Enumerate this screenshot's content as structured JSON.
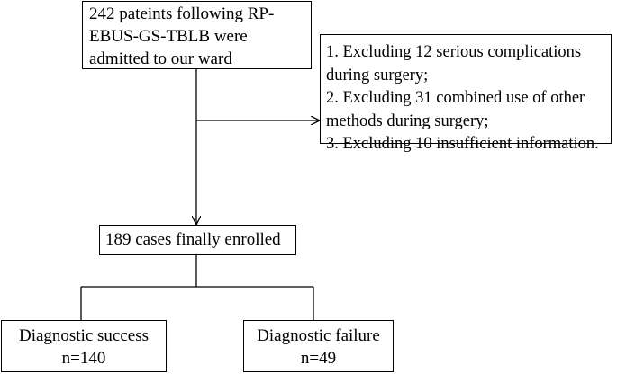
{
  "diagram": {
    "start": {
      "lines": [
        "242 pateints  following RP-",
        "EBUS-GS-TBLB were",
        "admitted to our ward"
      ]
    },
    "exclusion": {
      "lines": [
        "1. Excluding 12 serious complications",
        "during surgery;",
        "2. Excluding 31 combined use of other",
        "methods during surgery;",
        "3. Excluding 10 insufficient information."
      ]
    },
    "enrolled": {
      "label": "189 cases finally enrolled"
    },
    "outcomes": [
      {
        "label": "Diagnostic success",
        "count": "n=140"
      },
      {
        "label": "Diagnostic failure",
        "count": "n=49"
      }
    ]
  }
}
